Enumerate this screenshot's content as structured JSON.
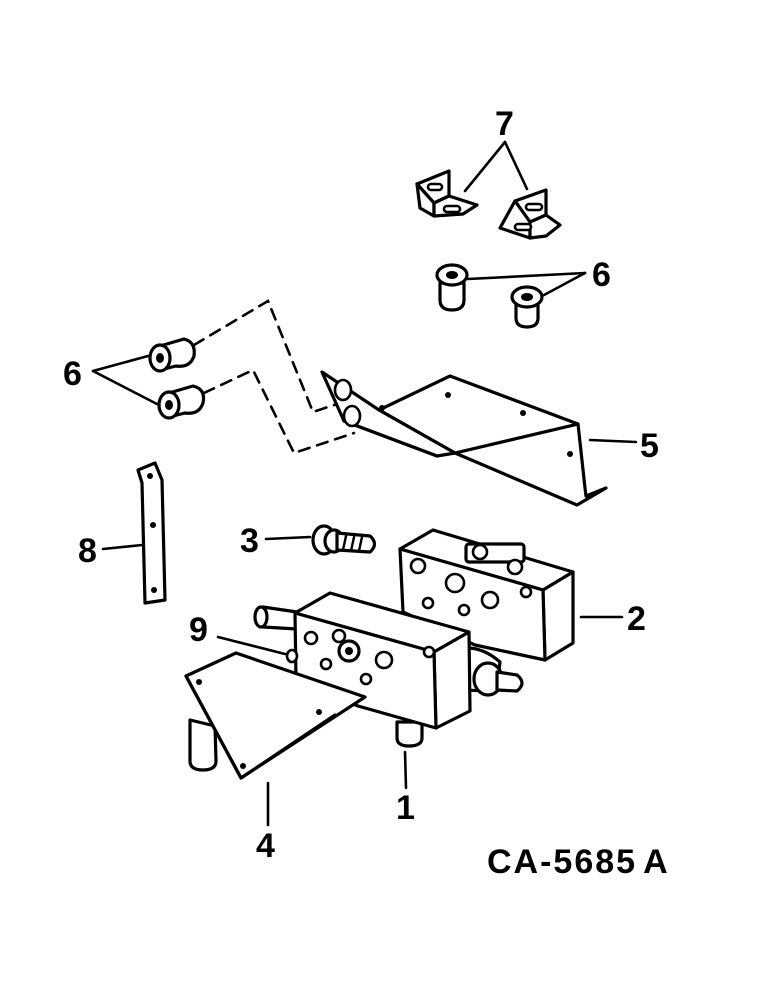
{
  "callouts": {
    "c1": "1",
    "c2": "2",
    "c3": "3",
    "c4": "4",
    "c5": "5",
    "c6a": "6",
    "c6b": "6",
    "c7": "7",
    "c8": "8",
    "c9": "9"
  },
  "figure_id": "CA-5685",
  "figure_suffix": "A"
}
